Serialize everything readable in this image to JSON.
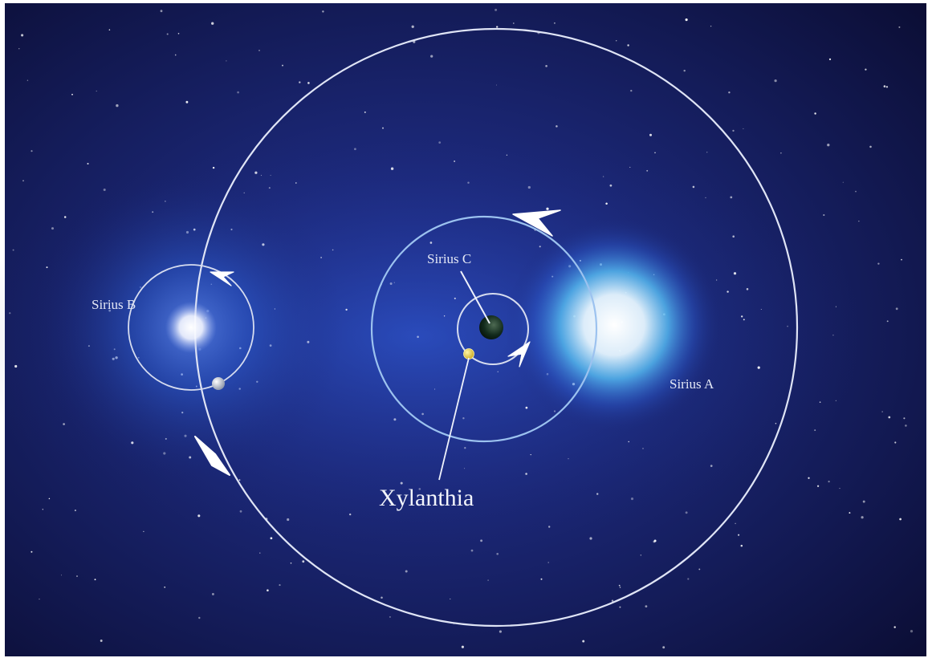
{
  "diagram": {
    "labels": {
      "sirius_b": "Sirius B",
      "sirius_c": "Sirius C",
      "sirius_a": "Sirius A",
      "xylanthia": "Xylanthia"
    },
    "colors": {
      "space_deep": "#0d0f3a",
      "space_mid": "#1a2777",
      "glow_blue": "#2f62d8",
      "orbit": "#dfe4f5",
      "orbit_blue": "#8fb8ee",
      "star_core": "#ffffff",
      "sirius_a_halo": "#3fa8ea",
      "sirius_c_body": "#0e2a1c",
      "planet_yellow": "#e7d24a",
      "label_text": "#e4e8f6"
    }
  }
}
